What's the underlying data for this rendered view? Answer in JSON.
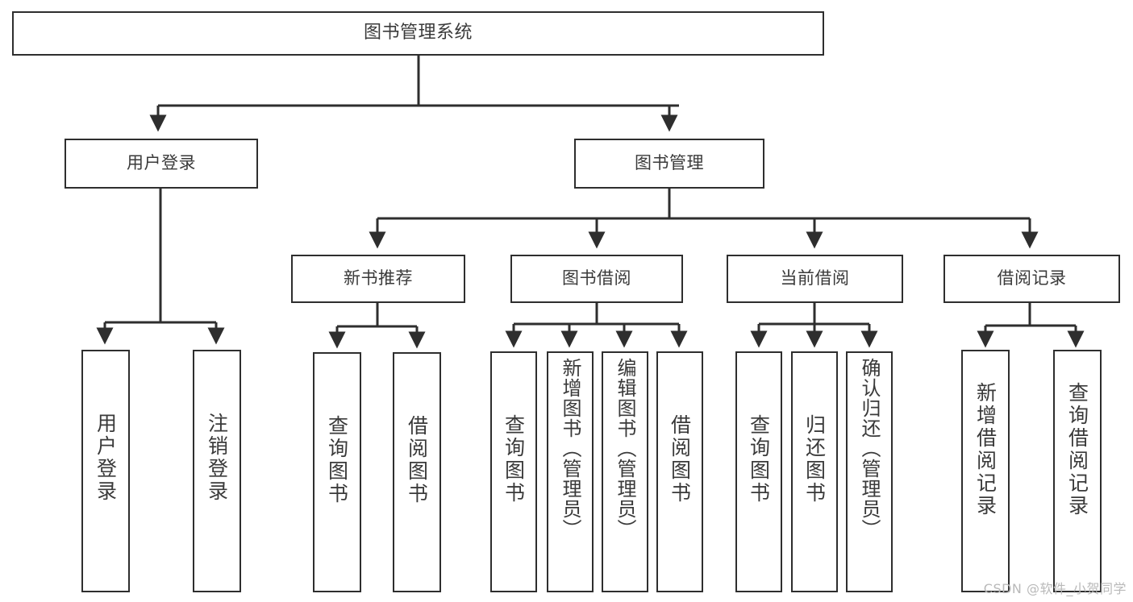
{
  "diagram": {
    "title": "图书管理系统",
    "type": "tree-hierarchy-diagram",
    "line_color": "#2e2e2e",
    "text_color": "#3a3a3a",
    "background_color": "#ffffff",
    "watermark": "CSDN @软件_小贺同学"
  },
  "nodes": {
    "root": {
      "label": "图书管理系统"
    },
    "level1": [
      {
        "label": "用户登录"
      },
      {
        "label": "图书管理"
      }
    ],
    "level2": [
      {
        "label": "新书推荐"
      },
      {
        "label": "图书借阅"
      },
      {
        "label": "当前借阅"
      },
      {
        "label": "借阅记录"
      }
    ],
    "leaves": {
      "user_login": [
        {
          "label": "用户登录"
        },
        {
          "label": "注销登录"
        }
      ],
      "new_book_recommend": [
        {
          "label": "查询图书"
        },
        {
          "label": "借阅图书"
        }
      ],
      "book_borrow": [
        {
          "label": "查询图书"
        },
        {
          "label": "新增图书（管理员）"
        },
        {
          "label": "编辑图书（管理员）"
        },
        {
          "label": "借阅图书"
        }
      ],
      "current_borrow": [
        {
          "label": "查询图书"
        },
        {
          "label": "归还图书"
        },
        {
          "label": "确认归还（管理员）"
        }
      ],
      "borrow_record": [
        {
          "label": "新增借阅记录"
        },
        {
          "label": "查询借阅记录"
        }
      ]
    }
  }
}
